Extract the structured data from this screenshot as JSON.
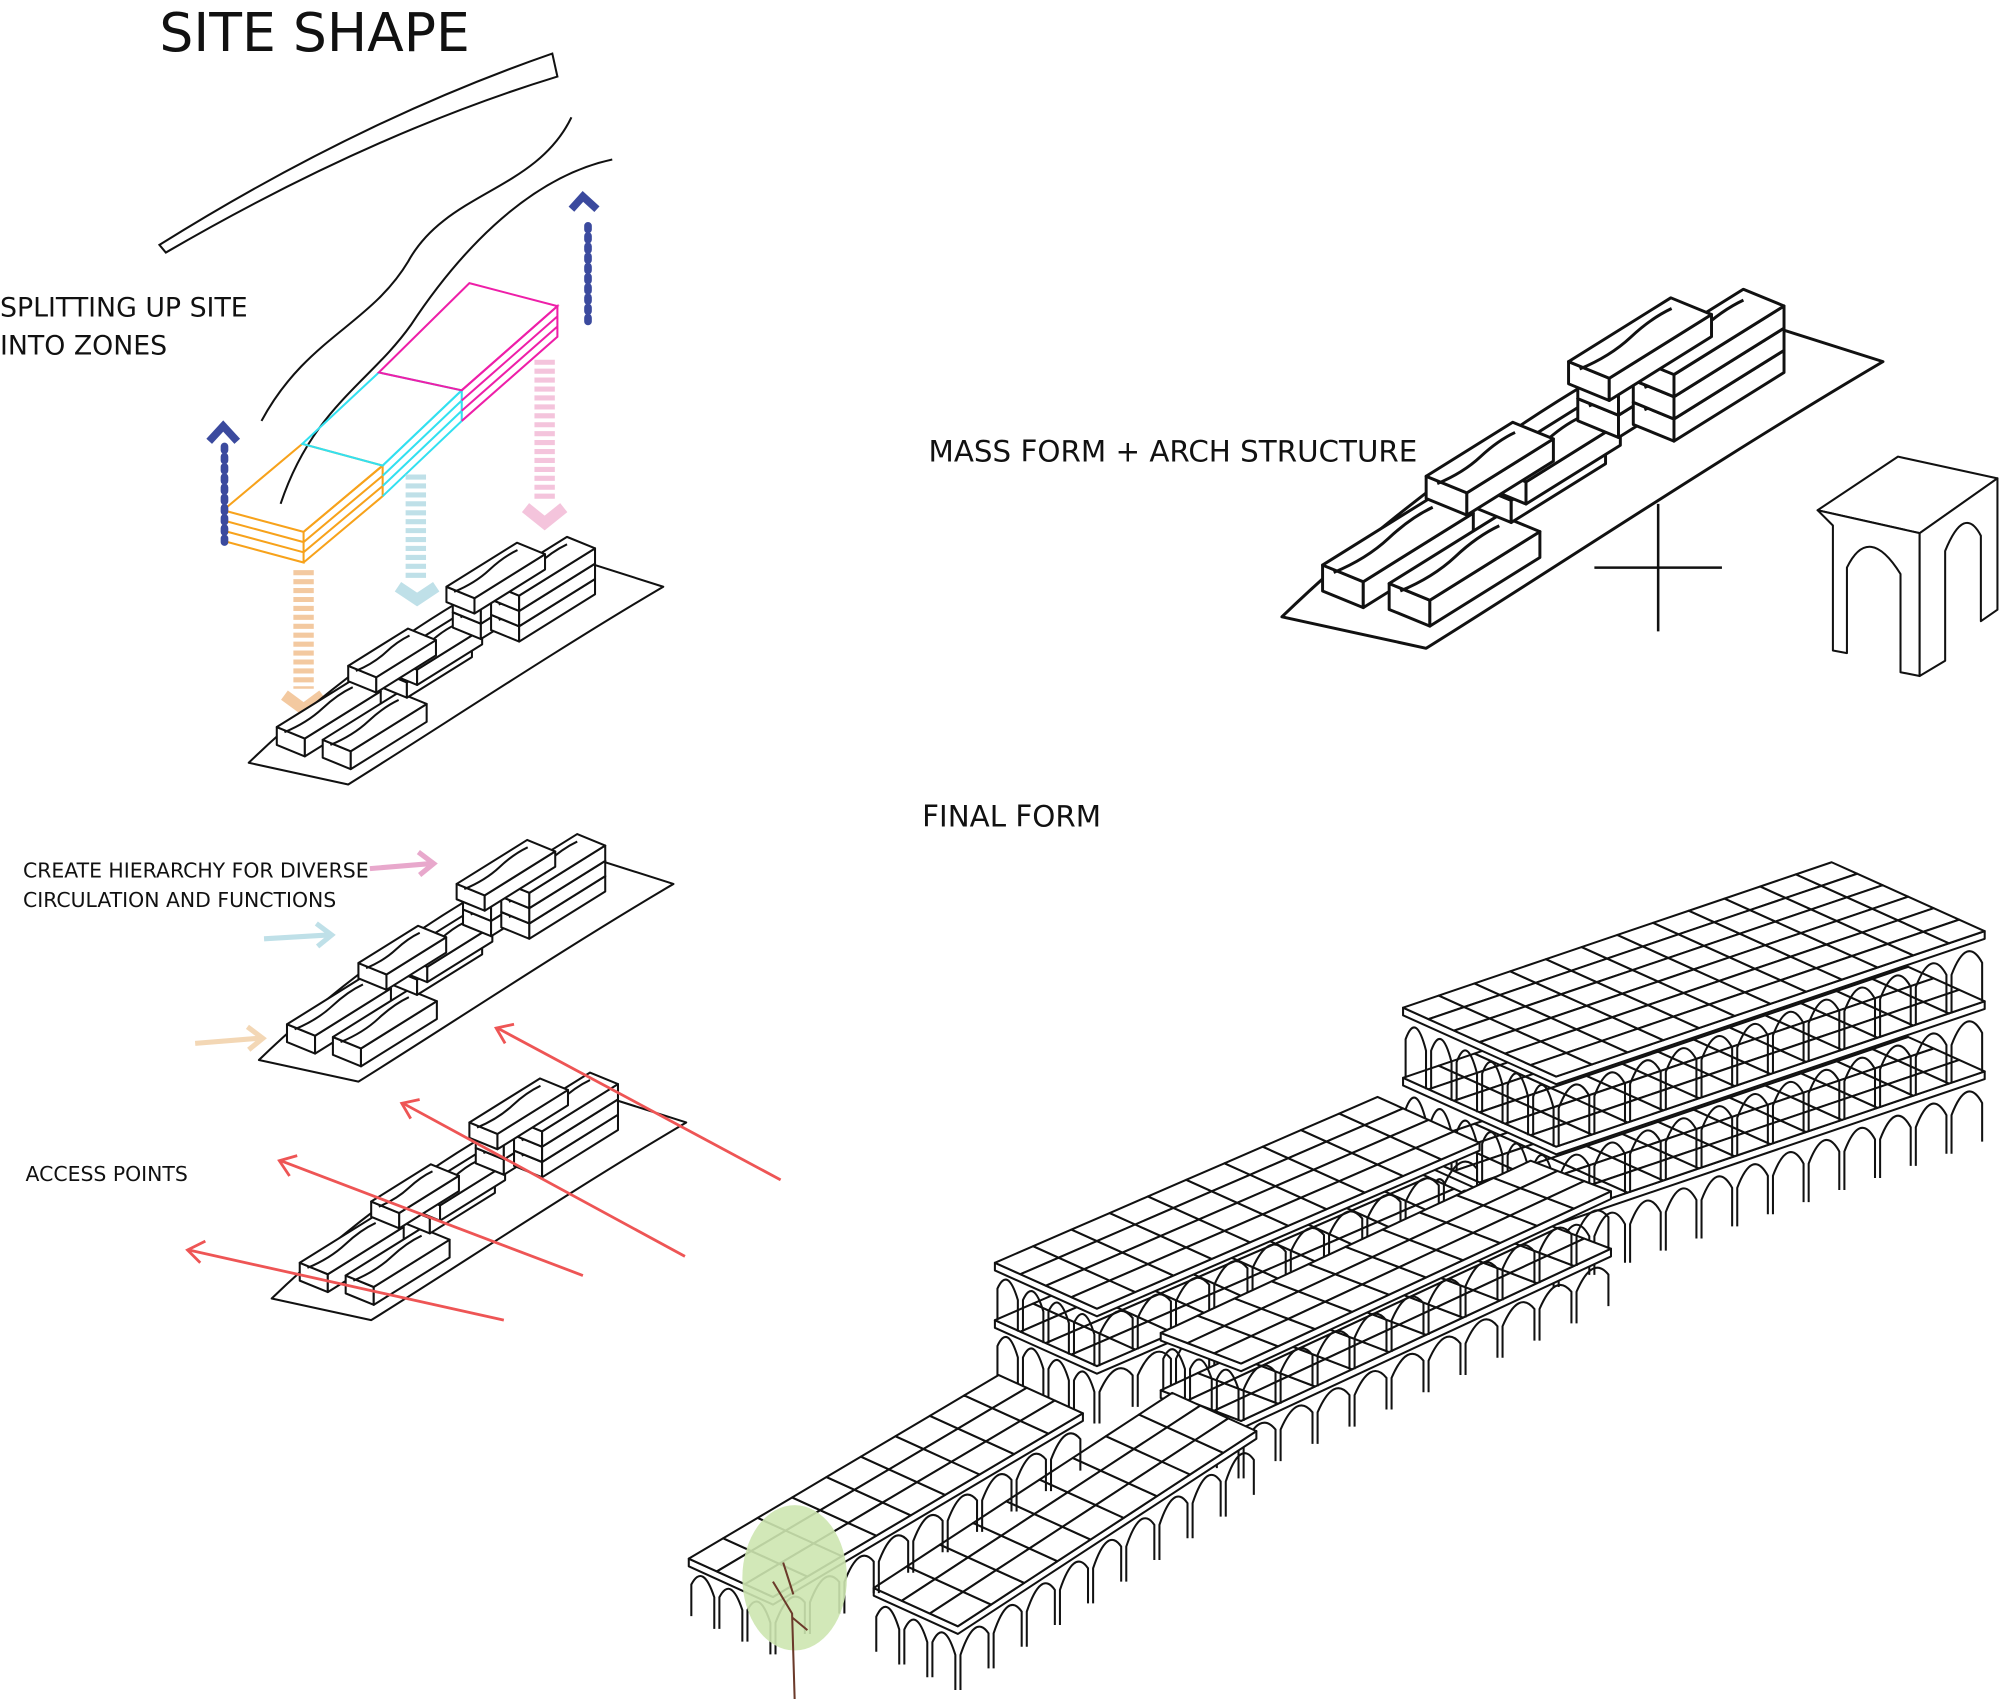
{
  "titles": {
    "site_shape": "SITE SHAPE",
    "splitting_line1": "SPLITTING UP SITE",
    "splitting_line2": "INTO ZONES",
    "mass_form": "MASS FORM + ARCH STRUCTURE",
    "final_form": "FINAL FORM",
    "hierarchy_line1": "CREATE HIERARCHY FOR DIVERSE",
    "hierarchy_line2": "CIRCULATION AND FUNCTIONS",
    "access_points": "ACCESS POINTS"
  },
  "colors": {
    "zone_orange": "#f7a21b",
    "zone_cyan": "#33e0f0",
    "zone_magenta": "#ee1fa8",
    "up_arrow_blue": "#3b4a9e",
    "access_arrow_red": "#ee5555",
    "tree_green": "#cde5b0",
    "tree_trunk": "#6b3a2a"
  }
}
